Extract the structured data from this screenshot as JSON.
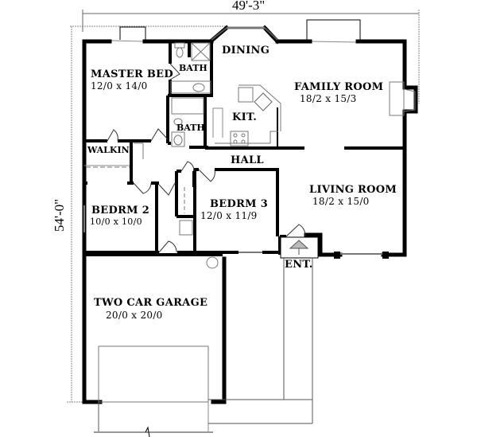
{
  "plan": {
    "overall_width": "49'-3\"",
    "overall_depth": "54'-0\"",
    "colors": {
      "wall": "#000000",
      "fixture": "#888888",
      "background": "#ffffff"
    }
  },
  "rooms": {
    "master_bed": {
      "name": "MASTER BED",
      "dims": "12/0 x 14/0"
    },
    "bath_master": {
      "name": "BATH"
    },
    "bath_hall": {
      "name": "BATH"
    },
    "dining": {
      "name": "DINING"
    },
    "family_room": {
      "name": "FAMILY ROOM",
      "dims": "18/2 x 15/3"
    },
    "kitchen": {
      "name": "KIT."
    },
    "walkin": {
      "name": "WALKIN"
    },
    "hall": {
      "name": "HALL"
    },
    "bedroom2": {
      "name": "BEDRM 2",
      "dims": "10/0 x 10/0"
    },
    "bedroom3": {
      "name": "BEDRM 3",
      "dims": "12/0 x 11/9"
    },
    "living_room": {
      "name": "LIVING ROOM",
      "dims": "18/2 x 15/0"
    },
    "entry": {
      "name": "ENT."
    },
    "garage": {
      "name": "TWO CAR GARAGE",
      "dims": "20/0 x 20/0"
    }
  }
}
